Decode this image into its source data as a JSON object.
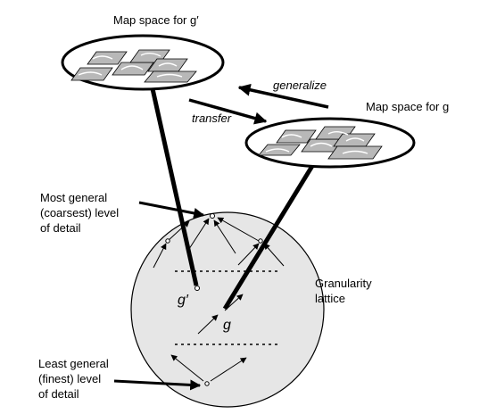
{
  "labels": {
    "map_space_g_prime": "Map space for g′",
    "map_space_g": "Map space for g",
    "generalize": "generalize",
    "transfer": "transfer",
    "most_general_line1": "Most general",
    "most_general_line2": "(coarsest) level",
    "most_general_line3": "of detail",
    "least_general_line1": "Least general",
    "least_general_line2": "(finest) level",
    "least_general_line3": "of detail",
    "granularity_line1": "Granularity",
    "granularity_line2": "lattice",
    "node_g_prime": "g′",
    "node_g": "g"
  },
  "colors": {
    "lattice_fill": "#e6e6e6",
    "map_tile_fill": "#b8b8b8",
    "ink": "#000000"
  }
}
